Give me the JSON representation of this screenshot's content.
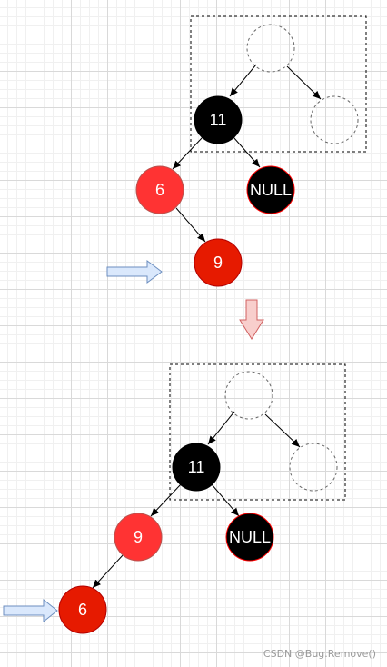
{
  "diagram": {
    "before": {
      "nodes": {
        "n11": {
          "label": "11",
          "fill": "#000000"
        },
        "n6": {
          "label": "6",
          "fill": "#ff3333"
        },
        "nNull": {
          "label": "NULL",
          "fill": "#000000"
        },
        "n9": {
          "label": "9",
          "fill": "#e61a00"
        }
      }
    },
    "after": {
      "nodes": {
        "n11": {
          "label": "11",
          "fill": "#000000"
        },
        "n9": {
          "label": "9",
          "fill": "#ff3333"
        },
        "nNull": {
          "label": "NULL",
          "fill": "#000000"
        },
        "n6": {
          "label": "6",
          "fill": "#e61a00"
        }
      }
    }
  },
  "watermark": "CSDN @Bug.Remove()",
  "colors": {
    "pointer_arrow": "#dae8fc",
    "pointer_stroke": "#6c8ebf",
    "transition_arrow": "#f8cecc",
    "transition_stroke": "#d06060"
  }
}
